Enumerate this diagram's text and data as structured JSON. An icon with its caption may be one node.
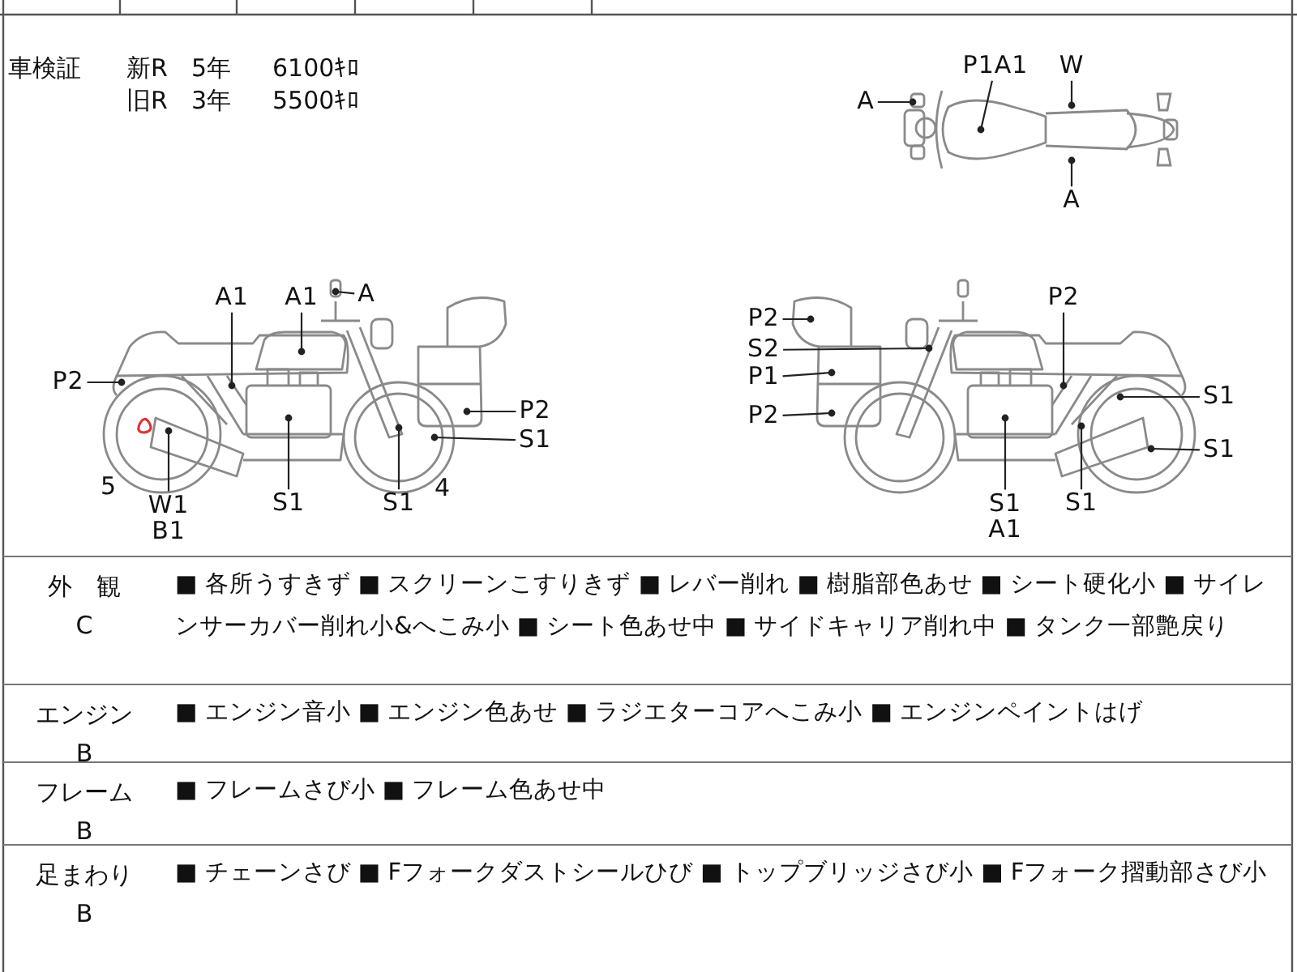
{
  "diagram": {
    "nodes": [
      {
        "text": [
          "P1A1"
        ]
      },
      {
        "text": [
          "W"
        ]
      },
      {
        "text": [
          "A"
        ]
      },
      {
        "text": [
          "A"
        ]
      },
      {
        "text": [
          "A1"
        ]
      },
      {
        "text": [
          "A1"
        ]
      },
      {
        "text": [
          "A"
        ]
      },
      {
        "text": [
          "P2"
        ]
      },
      {
        "text": [
          "P2"
        ]
      },
      {
        "text": [
          "S1"
        ]
      },
      {
        "text": [
          "W1",
          "B1"
        ]
      },
      {
        "text": [
          "S1"
        ]
      },
      {
        "text": [
          "S1"
        ]
      },
      {
        "text": [
          "P2"
        ]
      },
      {
        "text": [
          "S2"
        ]
      },
      {
        "text": [
          "P1"
        ]
      },
      {
        "text": [
          "P2"
        ]
      },
      {
        "text": [
          "P2"
        ]
      },
      {
        "text": [
          "S1"
        ]
      },
      {
        "text": [
          "S1"
        ]
      },
      {
        "text": [
          "S1",
          "A1"
        ]
      },
      {
        "text": [
          "S1"
        ]
      }
    ],
    "edges": [
      {
        "from": 0,
        "to": null,
        "arrow": "other"
      },
      {
        "from": 1,
        "to": null,
        "arrow": "other"
      },
      {
        "from": 2,
        "to": null,
        "arrow": "other"
      },
      {
        "from": 3,
        "to": null,
        "arrow": "other"
      },
      {
        "from": 4,
        "to": null,
        "arrow": "other"
      },
      {
        "from": 5,
        "to": null,
        "arrow": "other"
      },
      {
        "from": 6,
        "to": null,
        "arrow": "other"
      },
      {
        "from": 7,
        "to": null,
        "arrow": "other"
      },
      {
        "from": 8,
        "to": null,
        "arrow": "other"
      },
      {
        "from": 9,
        "to": null,
        "arrow": "other"
      },
      {
        "from": 10,
        "to": null,
        "arrow": "other"
      },
      {
        "from": 11,
        "to": null,
        "arrow": "other"
      },
      {
        "from": 12,
        "to": null,
        "arrow": "other"
      },
      {
        "from": 13,
        "to": null,
        "arrow": "other"
      },
      {
        "from": 14,
        "to": null,
        "arrow": "other"
      },
      {
        "from": 15,
        "to": null,
        "arrow": "other"
      },
      {
        "from": 16,
        "to": null,
        "arrow": "other"
      },
      {
        "from": 17,
        "to": null,
        "arrow": "other"
      },
      {
        "from": 18,
        "to": null,
        "arrow": "other"
      },
      {
        "from": 19,
        "to": null,
        "arrow": "other"
      },
      {
        "from": 20,
        "to": null,
        "arrow": "other"
      },
      {
        "from": 21,
        "to": null,
        "arrow": "other"
      }
    ],
    "labels": [
      "車検証",
      "新R",
      "5年",
      "6100ｷﾛ",
      "旧R",
      "3年",
      "5500ｷﾛ",
      "5",
      "4",
      "外　観",
      "C",
      "■ 各所うすきず ■ スクリーンこすりきず ■ レバー削れ ■ 樹脂部色あせ ■ シート硬化小 ■ サイレンサーカバー削れ小&へこみ小 ■ シート色あせ中 ■ サイドキャリア削れ中 ■ タンク一部艶戻り",
      "エンジン",
      "B",
      "■ エンジン音小 ■ エンジン色あせ ■ ラジエターコアへこみ小 ■ エンジンペイントはげ",
      "フレーム",
      "B",
      "■ フレームさび小 ■ フレーム色あせ中",
      "足まわり",
      "B",
      "■ チェーンさび ■ Fフォークダストシールひび ■ トップブリッジさび小 ■ Fフォーク摺動部さび小"
    ]
  }
}
